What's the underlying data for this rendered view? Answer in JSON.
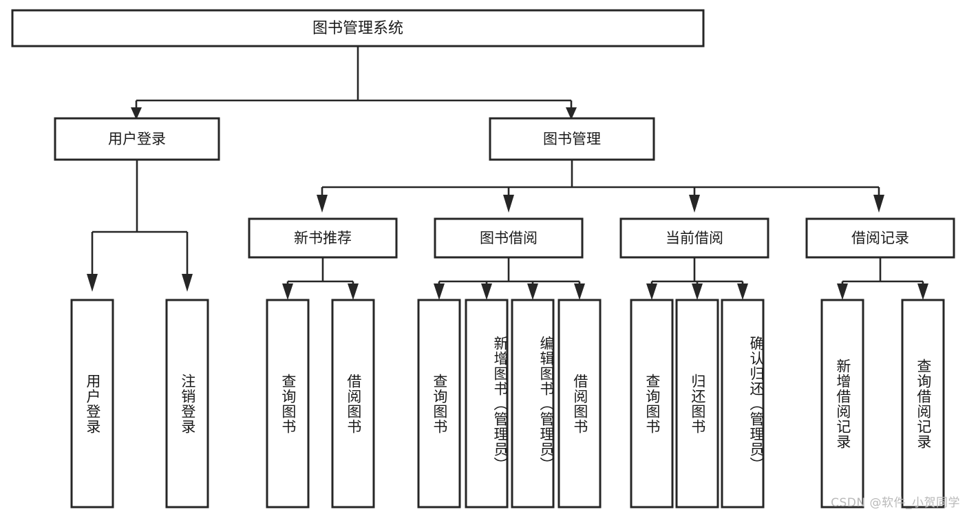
{
  "diagram": {
    "type": "tree-hierarchy",
    "title": "图书管理系统",
    "watermark": "CSDN @软件_小贺同学",
    "colors": {
      "box_stroke": "#262626",
      "box_fill": "#ffffff",
      "text": "#1a1a1a",
      "background": "#ffffff",
      "watermark": "#b9b9b9"
    },
    "levels": {
      "root": {
        "label": "图书管理系统"
      },
      "level2": [
        {
          "label": "用户登录"
        },
        {
          "label": "图书管理"
        }
      ],
      "level3": [
        {
          "label": "新书推荐"
        },
        {
          "label": "图书借阅"
        },
        {
          "label": "当前借阅"
        },
        {
          "label": "借阅记录"
        }
      ]
    },
    "leaves": {
      "user_login": [
        {
          "label": "用户登录"
        },
        {
          "label": "注销登录"
        }
      ],
      "new_book_recommend": [
        {
          "label": "查询图书"
        },
        {
          "label": "借阅图书"
        }
      ],
      "book_borrow": [
        {
          "label": "查询图书"
        },
        {
          "label": "新增图书（管理员）"
        },
        {
          "label": "编辑图书（管理员）"
        },
        {
          "label": "借阅图书"
        }
      ],
      "current_borrow": [
        {
          "label": "查询图书"
        },
        {
          "label": "归还图书"
        },
        {
          "label": "确认归还（管理员）"
        }
      ],
      "borrow_record": [
        {
          "label": "新增借阅记录"
        },
        {
          "label": "查询借阅记录"
        }
      ]
    },
    "edges": [
      {
        "from": "图书管理系统",
        "to": "用户登录"
      },
      {
        "from": "图书管理系统",
        "to": "图书管理"
      },
      {
        "from": "用户登录",
        "to": "用户登录"
      },
      {
        "from": "用户登录",
        "to": "注销登录"
      },
      {
        "from": "图书管理",
        "to": "新书推荐"
      },
      {
        "from": "图书管理",
        "to": "图书借阅"
      },
      {
        "from": "图书管理",
        "to": "当前借阅"
      },
      {
        "from": "图书管理",
        "to": "借阅记录"
      },
      {
        "from": "新书推荐",
        "to": "查询图书"
      },
      {
        "from": "新书推荐",
        "to": "借阅图书"
      },
      {
        "from": "图书借阅",
        "to": "查询图书"
      },
      {
        "from": "图书借阅",
        "to": "新增图书（管理员）"
      },
      {
        "from": "图书借阅",
        "to": "编辑图书（管理员）"
      },
      {
        "from": "图书借阅",
        "to": "借阅图书"
      },
      {
        "from": "当前借阅",
        "to": "查询图书"
      },
      {
        "from": "当前借阅",
        "to": "归还图书"
      },
      {
        "from": "当前借阅",
        "to": "确认归还（管理员）"
      },
      {
        "from": "借阅记录",
        "to": "新增借阅记录"
      },
      {
        "from": "借阅记录",
        "to": "查询借阅记录"
      }
    ]
  }
}
